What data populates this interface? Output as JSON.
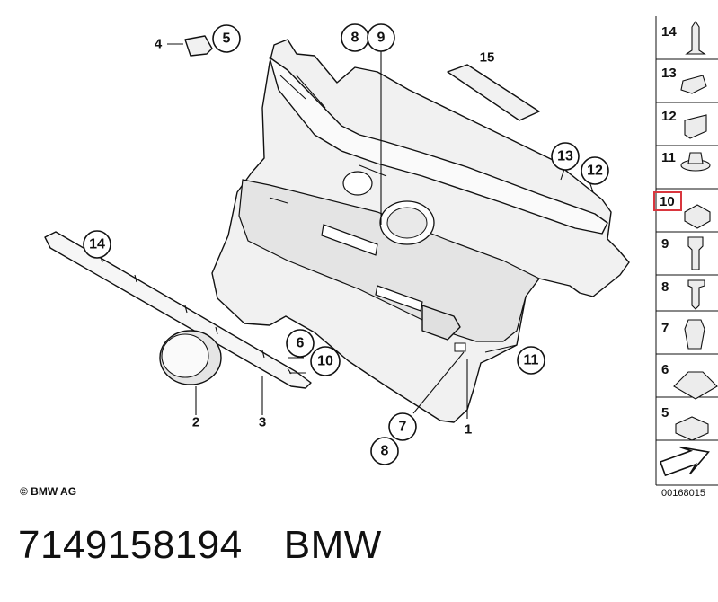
{
  "callouts": {
    "c4": "4",
    "c5": "5",
    "c8a": "8",
    "c9": "9",
    "c15": "15",
    "c13": "13",
    "c12": "12",
    "c14": "14",
    "c6": "6",
    "c10": "10",
    "c11": "11",
    "c2": "2",
    "c3": "3",
    "c7": "7",
    "c1": "1",
    "c8b": "8"
  },
  "side_panel": {
    "items": [
      "14",
      "13",
      "12",
      "11",
      "10",
      "9",
      "8",
      "7",
      "6",
      "5"
    ],
    "highlighted": "10",
    "highlight_color": "#d9363e"
  },
  "copyright": "© BMW AG",
  "diagram_id": "00168015",
  "footer": {
    "part_number": "7149158194",
    "brand": "BMW"
  }
}
